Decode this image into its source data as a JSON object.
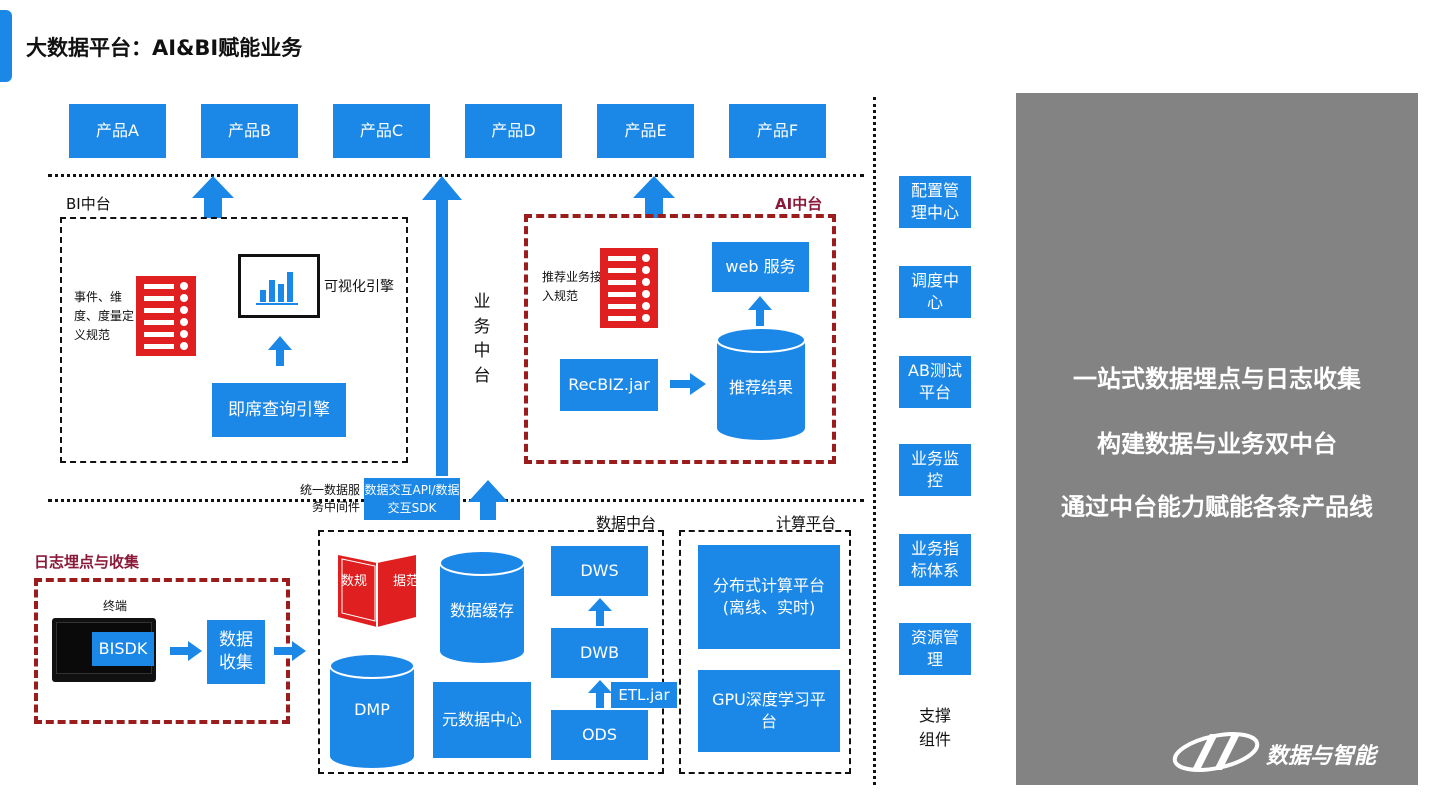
{
  "page_title": "大数据平台：AI&BI赋能业务",
  "products": [
    "产品A",
    "产品B",
    "产品C",
    "产品D",
    "产品E",
    "产品F"
  ],
  "bi": {
    "label": "BI中台",
    "norms": "事件、维度、度量定义规范",
    "viz_engine": "可视化引擎",
    "adhoc_engine": "即席查询引擎"
  },
  "business_mid": "业务中台",
  "ai": {
    "label": "AI中台",
    "rec_norms": "推荐业务接入规范",
    "web_service": "web 服务",
    "recbiz": "RecBIZ.jar",
    "rec_result": "推荐结果"
  },
  "middleware": {
    "label": "统一数据服务中间件",
    "api_box": "数据交互API/数据交互SDK"
  },
  "log": {
    "label": "日志埋点与收集",
    "terminal": "终端",
    "bisdk": "BISDK",
    "collect": "数据收集"
  },
  "data_mid": {
    "label": "数据中台",
    "book_left": "数规",
    "book_right": "据范",
    "cache": "数据缓存",
    "dmp": "DMP",
    "meta": "元数据中心",
    "dws": "DWS",
    "dwb": "DWB",
    "ods": "ODS",
    "etl": "ETL.jar"
  },
  "compute": {
    "label": "计算平台",
    "distributed": "分布式计算平台(离线、实时)",
    "gpu": "GPU深度学习平台"
  },
  "support": {
    "items": [
      "配置管理中心",
      "调度中心",
      "AB测试平台",
      "业务监控",
      "业务指标体系",
      "资源管理"
    ],
    "label": "支撑组件"
  },
  "side_panel": {
    "lines": [
      "一站式数据埋点与日志收集",
      "构建数据与业务双中台",
      "通过中台能力赋能各条产品线"
    ],
    "logo_text": "数据与智能"
  },
  "colors": {
    "blue": "#1b88e8",
    "red_dash": "#9b1c1c",
    "panel": "#838383",
    "doc_red": "#e02020"
  }
}
